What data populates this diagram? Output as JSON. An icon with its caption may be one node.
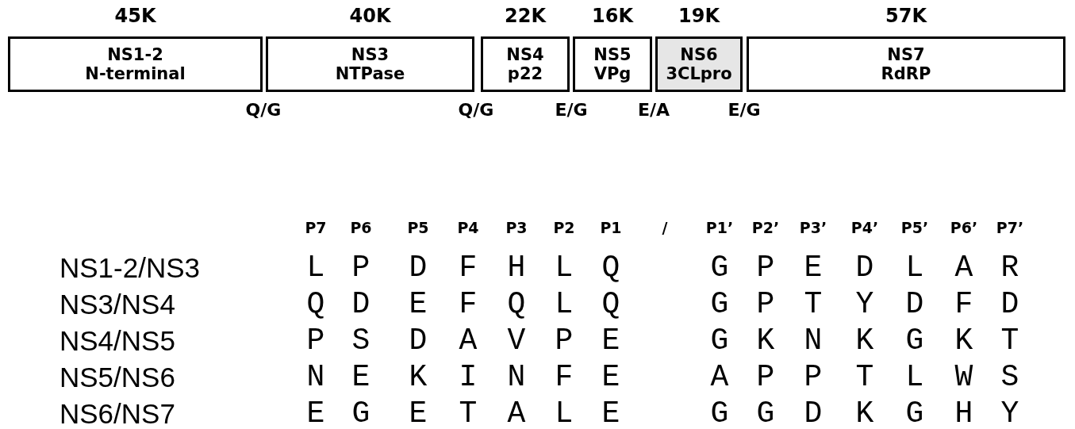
{
  "diagram": {
    "nodes": [
      {
        "text": [
          "NS1-2",
          "N-terminal"
        ],
        "beside": [
          "45K"
        ]
      },
      {
        "text": [
          "NS3",
          "NTPase"
        ],
        "beside": [
          "40K"
        ]
      },
      {
        "text": [
          "NS4",
          "p22"
        ],
        "beside": [
          "22K"
        ]
      },
      {
        "text": [
          "NS5",
          "VPg"
        ],
        "beside": [
          "16K"
        ]
      },
      {
        "text": [
          "NS6",
          "3CLpro"
        ],
        "beside": [
          "19K"
        ]
      },
      {
        "text": [
          "NS7",
          "RdRP"
        ],
        "beside": [
          "57K"
        ]
      }
    ],
    "labels": [
      "Q/G",
      "Q/G",
      "E/G",
      "E/A",
      "E/G",
      "P7",
      "P6",
      "P5",
      "P4",
      "P3",
      "P2",
      "P1",
      "/",
      "P1’",
      "P2’",
      "P3’",
      "P4’",
      "P5’",
      "P6’",
      "P7’",
      "NS1-2/NS3",
      "L",
      "P",
      "D",
      "F",
      "H",
      "L",
      "Q",
      "G",
      "P",
      "E",
      "D",
      "L",
      "A",
      "R",
      "NS3/NS4",
      "Q",
      "D",
      "E",
      "F",
      "Q",
      "L",
      "Q",
      "G",
      "P",
      "T",
      "Y",
      "D",
      "F",
      "D",
      "NS4/NS5",
      "P",
      "S",
      "D",
      "A",
      "V",
      "P",
      "E",
      "G",
      "K",
      "N",
      "K",
      "G",
      "K",
      "T",
      "NS5/NS6",
      "N",
      "E",
      "K",
      "I",
      "N",
      "F",
      "E",
      "A",
      "P",
      "P",
      "T",
      "L",
      "W",
      "S",
      "NS6/NS7",
      "E",
      "G",
      "E",
      "T",
      "A",
      "L",
      "E",
      "G",
      "G",
      "D",
      "K",
      "G",
      "H",
      "Y"
    ]
  }
}
